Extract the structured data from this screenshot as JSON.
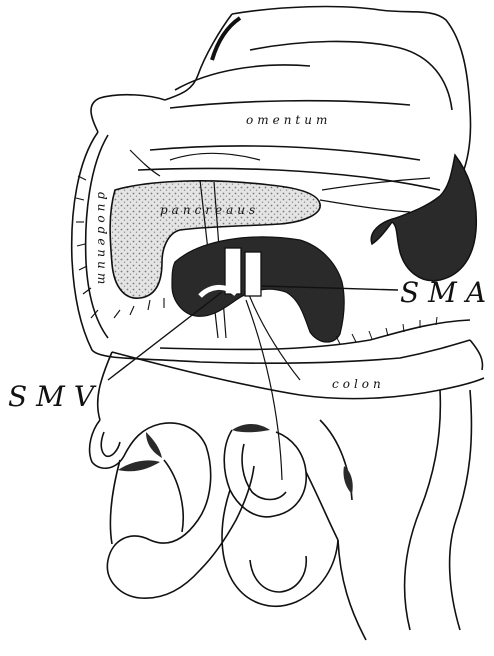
{
  "figure": {
    "labels": {
      "omentum": "omentum",
      "pancreas": "pancreaus",
      "duodenum": "duodenum",
      "colon": "colon",
      "sma": "SMA",
      "smv": "SMV"
    },
    "colors": {
      "ink": "#111111",
      "pancreas_fill": "#d6d6d6",
      "dark_vessel": "#2a2a2a",
      "background": "#ffffff"
    }
  }
}
